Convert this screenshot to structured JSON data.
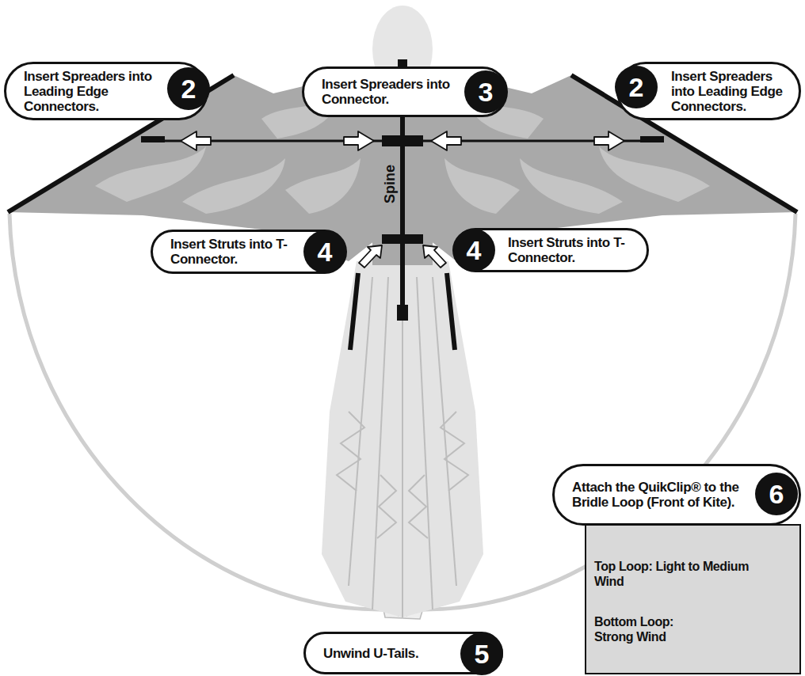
{
  "diagram": {
    "nodes": [
      {
        "text": [
          "Insert Spreaders into Leading Edge Connectors.",
          "2"
        ]
      },
      {
        "text": [
          "Insert Spreaders into Connector.",
          "3"
        ]
      },
      {
        "text": [
          "Insert Spreaders into Leading Edge Connectors.",
          "2"
        ]
      },
      {
        "text": [
          "Insert Struts into T-Connector.",
          "4"
        ]
      },
      {
        "text": [
          "Insert Struts into T-Connector.",
          "4"
        ]
      },
      {
        "text": [
          "Attach the QuikClip® to the Bridle Loop (Front of Kite).",
          "6"
        ]
      },
      {
        "text": [
          "Top Loop: Light to Medium Wind",
          "Bottom Loop: Strong Wind"
        ]
      },
      {
        "text": [
          "Unwind U-Tails.",
          "5"
        ]
      }
    ],
    "labels": [
      "Spine"
    ]
  }
}
